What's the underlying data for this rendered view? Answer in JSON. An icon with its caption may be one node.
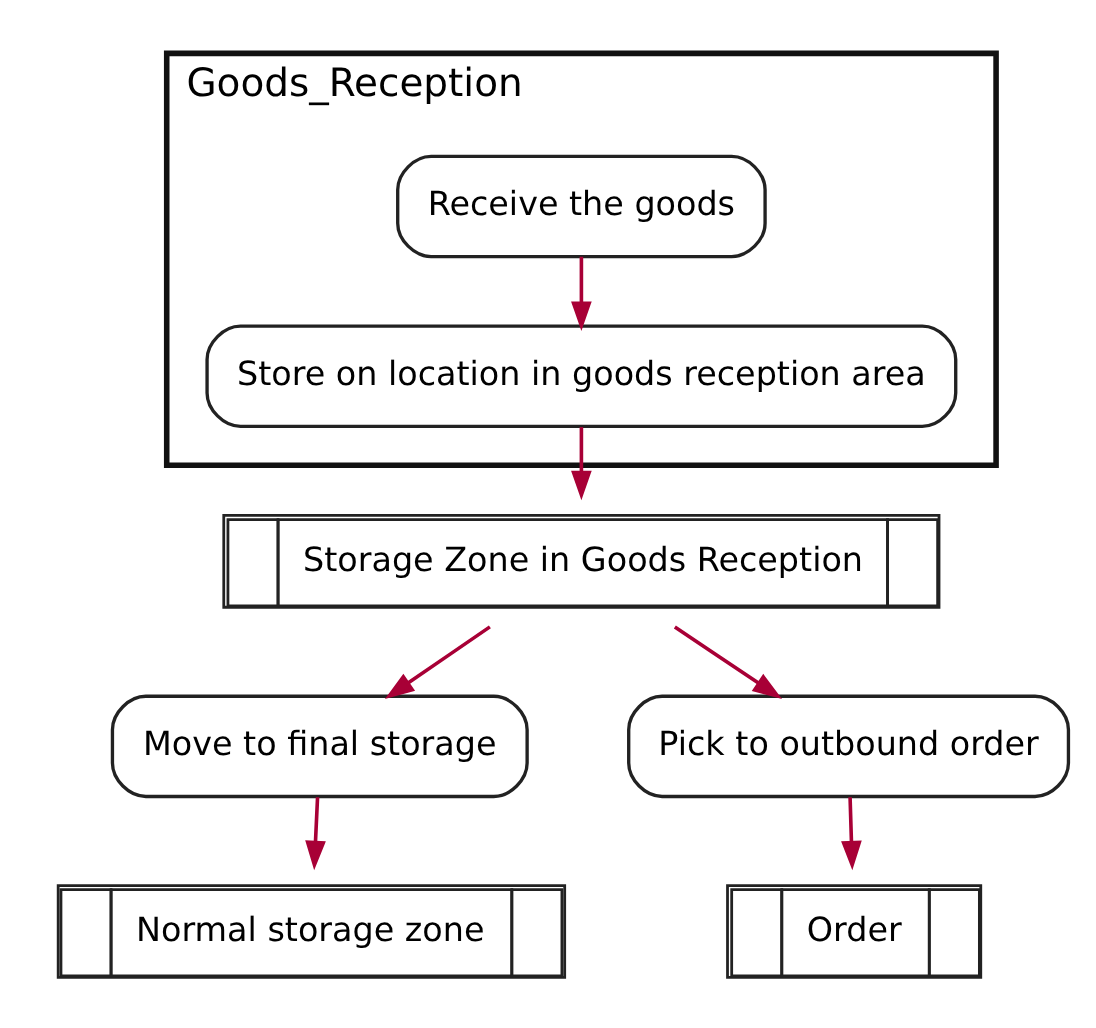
{
  "diagram": {
    "nodes": [
      {
        "text": [
          "Goods_Reception"
        ]
      },
      {
        "text": [
          "Receive the goods"
        ],
        "in": 0
      },
      {
        "text": [
          "Store on location in goods reception area"
        ],
        "in": 0
      },
      {
        "text": [
          "Storage Zone in Goods Reception"
        ]
      },
      {
        "text": [
          "Move to final storage"
        ]
      },
      {
        "text": [
          "Pick to outbound order"
        ]
      },
      {
        "text": [
          "Normal storage zone"
        ]
      },
      {
        "text": [
          "Order"
        ]
      }
    ],
    "edges": [
      {
        "from": 1,
        "to": 2,
        "arrow": "to"
      },
      {
        "from": 2,
        "to": 3,
        "arrow": "to"
      },
      {
        "from": 3,
        "to": 4,
        "arrow": "to"
      },
      {
        "from": 3,
        "to": 5,
        "arrow": "to"
      },
      {
        "from": 4,
        "to": 6,
        "arrow": "to"
      },
      {
        "from": 5,
        "to": 7,
        "arrow": "to"
      }
    ]
  }
}
